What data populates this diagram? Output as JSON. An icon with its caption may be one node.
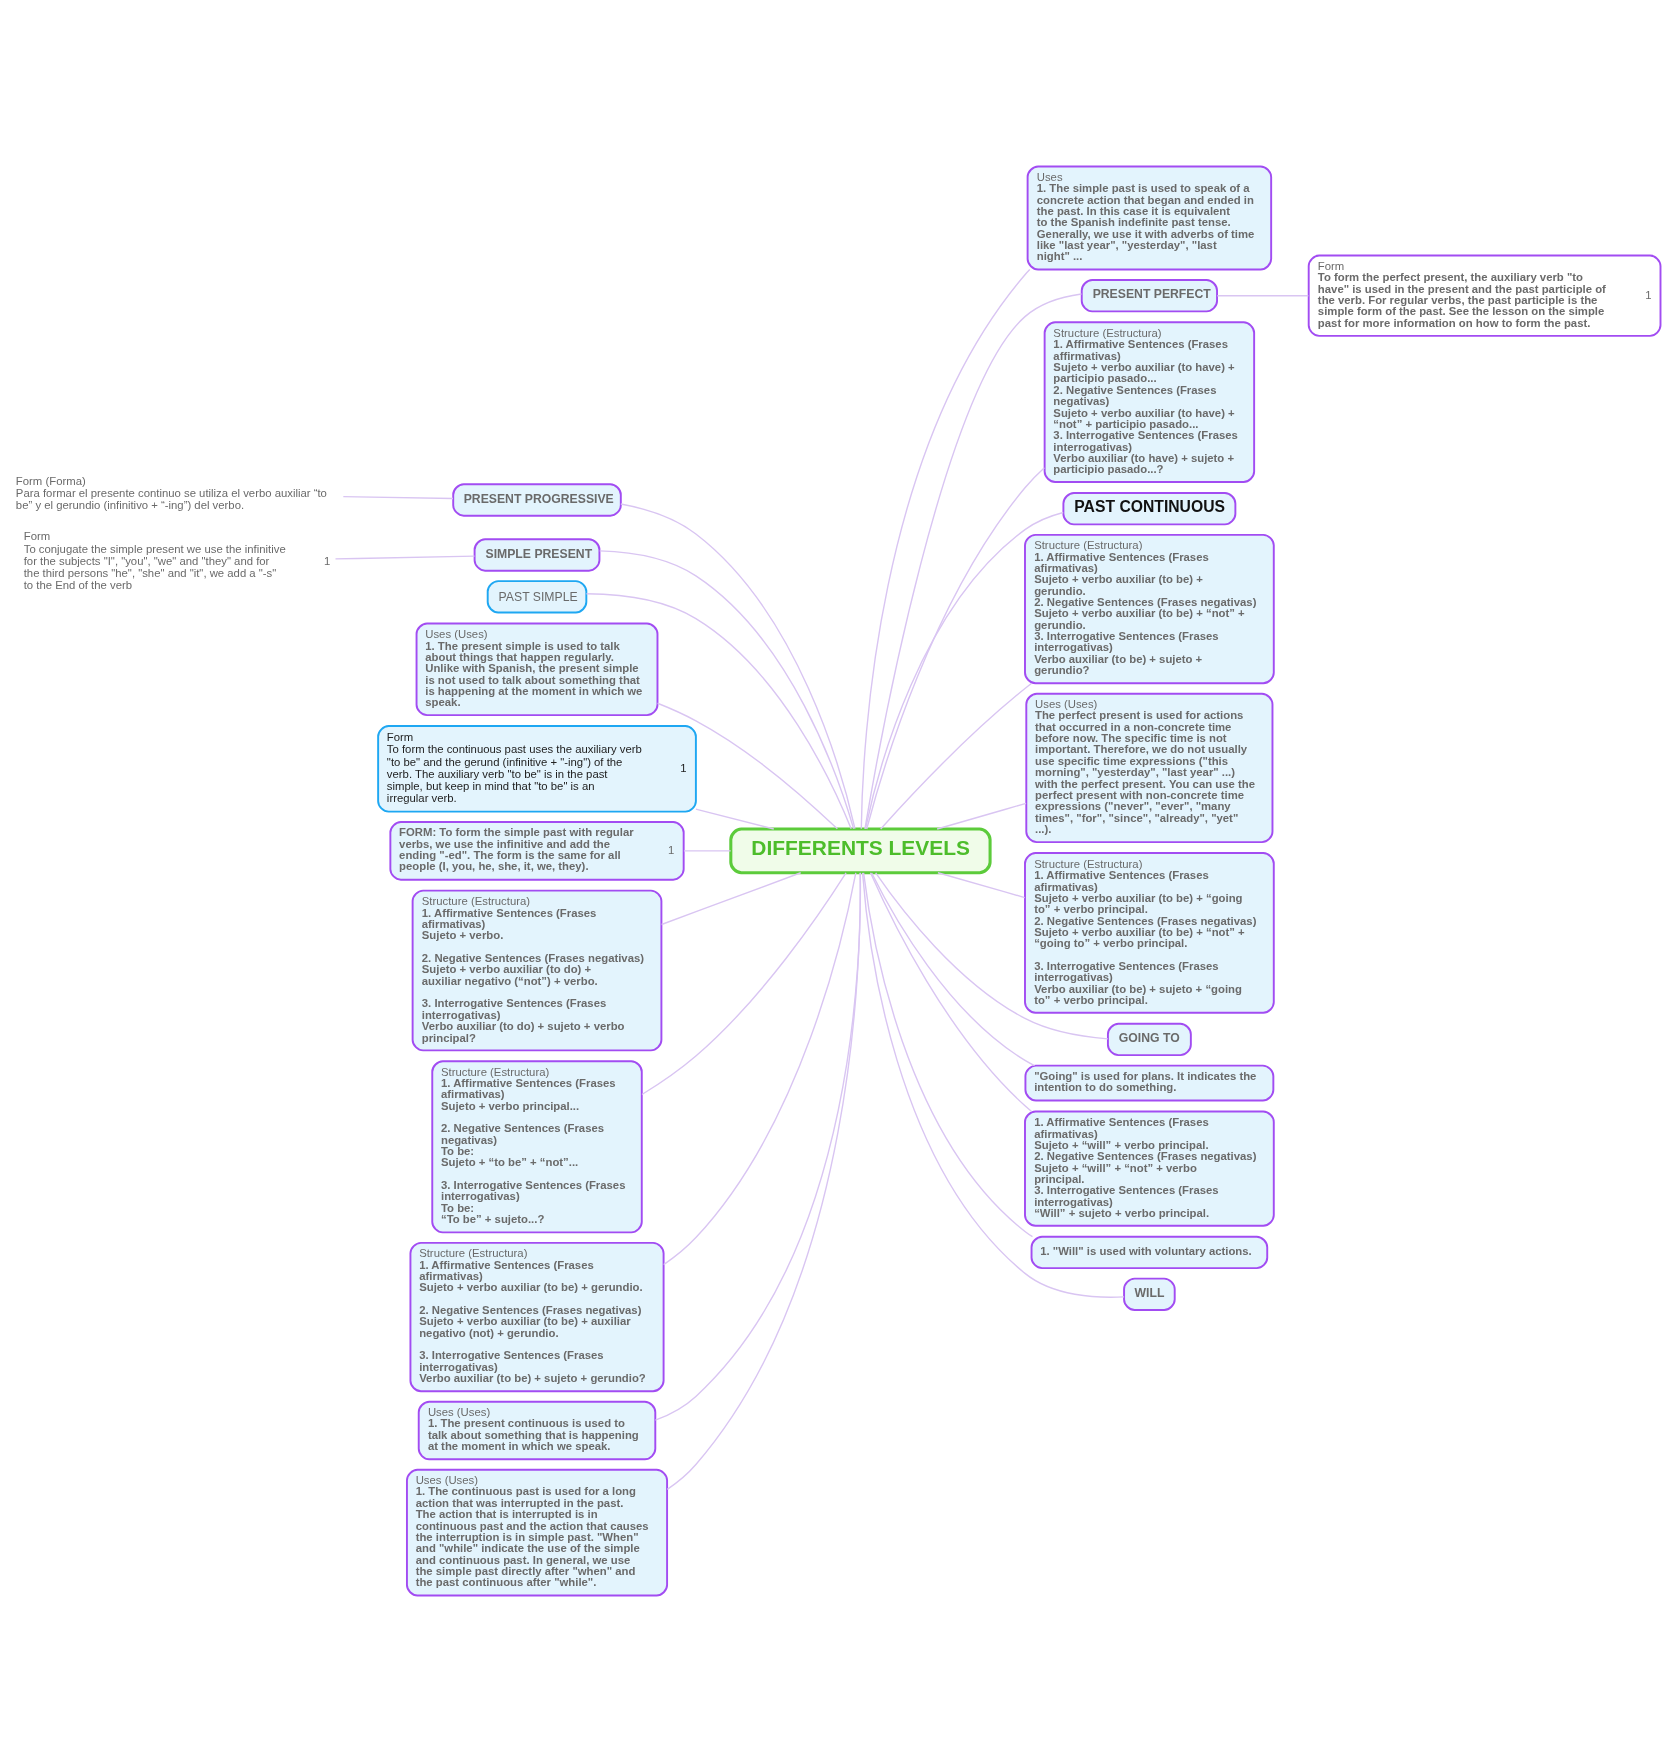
{
  "diagram": {
    "nodes": [
      {
        "text": [
          "DIFFERENTS LEVELS"
        ]
      },
      {
        "text": [
          "Form (Forma)",
          "Para formar el presente continuo se utiliza el verbo auxiliar “to be” y el gerundio (infinitivo + “-ing”) del verbo."
        ]
      },
      {
        "text": [
          "PRESENT PROGRESSIVE"
        ]
      },
      {
        "text": [
          "Form",
          "To conjugate the simple present we use the infinitive for the subjects \"I\", \"you\", \"we\" and \"they\" and for the third persons \"he\", \"she\" and \"it\", we add a \"-s\" to the End of the verb",
          "1"
        ]
      },
      {
        "text": [
          "SIMPLE PRESENT"
        ]
      },
      {
        "text": [
          "PAST SIMPLE"
        ]
      },
      {
        "text": [
          "Uses (Uses)",
          "1. The present simple is used to talk about things that happen regularly. Unlike with Spanish, the present simple is not used to talk about something that is happening at the moment in which we speak."
        ]
      },
      {
        "text": [
          "Form",
          "To form the continuous past uses the auxiliary verb \"to be\" and the gerund (infinitive + \"-ing\") of the verb. The auxiliary verb \"to be\" is in the past simple, but keep in mind that \"to be\" is an irregular verb.",
          "1"
        ]
      },
      {
        "text": [
          "FORM: To form the simple past with regular verbs, we use the infinitive and add the ending \"-ed\". The form is the same for all people (I, you, he, she, it, we, they).",
          "1"
        ]
      },
      {
        "text": [
          "Structure (Estructura)",
          "1. Affirmative Sentences (Frases afirmativas)",
          "Sujeto + verbo.",
          "2. Negative Sentences (Frases negativas)",
          "Sujeto + verbo auxiliar (to do) + auxiliar negativo (“not”) + verbo.",
          "3. Interrogative Sentences (Frases interrogativas)",
          "Verbo auxiliar (to do) + sujeto + verbo principal?"
        ]
      },
      {
        "text": [
          "Structure (Estructura)",
          "1. Affirmative Sentences (Frases afirmativas)",
          "Sujeto + verbo principal...",
          "2. Negative Sentences (Frases negativas)",
          "To be:",
          "Sujeto + “to be” + “not”...",
          "3. Interrogative Sentences (Frases interrogativas)",
          "To be:",
          "“To be” + sujeto...?"
        ]
      },
      {
        "text": [
          "Structure (Estructura)",
          "1. Affirmative Sentences (Frases afirmativas)",
          "Sujeto + verbo auxiliar (to be) + gerundio.",
          "2. Negative Sentences (Frases negativas)",
          "Sujeto + verbo auxiliar (to be) + auxiliar negativo (not) + gerundio.",
          "3. Interrogative Sentences (Frases interrogativas)",
          "Verbo auxiliar (to be) + sujeto + gerundio?"
        ]
      },
      {
        "text": [
          "Uses (Uses)",
          "1. The present continuous is used to talk about something that is happening at the moment in which we speak."
        ]
      },
      {
        "text": [
          "Uses (Uses)",
          "1. The continuous past is used for a long action that was interrupted in the past. The action that is interrupted is in continuous past and the action that causes the interruption is in simple past. \"When\" and \"while\" indicate the use of the simple and continuous past. In general, we use the simple past directly after \"when\" and the past continuous after \"while\"."
        ]
      },
      {
        "text": [
          "Uses",
          "1. The simple past is used to speak of a concrete action that began and ended in the past. In this case it is equivalent to the Spanish indefinite past tense. Generally, we use it with adverbs of time like \"last year\", \"yesterday\", \"last night\" ..."
        ]
      },
      {
        "text": [
          "PRESENT PERFECT"
        ]
      },
      {
        "text": [
          "Form",
          "To form the perfect present, the auxiliary verb \"to have\" is used in the present and the past participle of the verb. For regular verbs, the past participle is the simple form of the past. See the lesson on the simple past for more information on how to form the past.",
          "1"
        ]
      },
      {
        "text": [
          "Structure (Estructura)",
          "1. Affirmative Sentences (Frases affirmativas)",
          "Sujeto + verbo auxiliar (to have) + participio pasado...",
          "2. Negative Sentences (Frases negativas)",
          "Sujeto + verbo auxiliar (to have) + “not” + participio pasado...",
          "3. Interrogative Sentences (Frases interrogativas)",
          "Verbo auxiliar (to have) + sujeto + participio pasado...?"
        ]
      },
      {
        "text": [
          "PAST CONTINUOUS"
        ]
      },
      {
        "text": [
          "Structure (Estructura)",
          "1. Affirmative Sentences (Frases afirmativas)",
          "Sujeto + verbo auxiliar (to be) + gerundio.",
          "2. Negative Sentences (Frases negativas)",
          "Sujeto + verbo auxiliar (to be) + “not” + gerundio.",
          "3. Interrogative Sentences (Frases interrogativas)",
          "Verbo auxiliar (to be) + sujeto + gerundio?"
        ]
      },
      {
        "text": [
          "Uses (Uses)",
          "The perfect present is used for actions that occurred in a non-concrete time before now. The specific time is not important. Therefore, we do not usually use specific time expressions (\"this morning\", \"yesterday\", \"last year\" ...) with the perfect present. You can use the perfect present with non-concrete time expressions (\"never\", \"ever\", \"many times\", \"for\", \"since\", \"already\", \"yet\" ...)."
        ]
      },
      {
        "text": [
          "Structure (Estructura)",
          "1. Affirmative Sentences (Frases afirmativas)",
          "Sujeto + verbo auxiliar (to be) + “going to” + verbo principal.",
          "2. Negative Sentences (Frases negativas)",
          "Sujeto + verbo auxiliar (to be) + “not” + “going to” + verbo principal.",
          "3. Interrogative Sentences (Frases interrogativas)",
          "Verbo auxiliar (to be) + sujeto + “going to” + verbo principal."
        ]
      },
      {
        "text": [
          "GOING TO"
        ]
      },
      {
        "text": [
          "\"Going\" is used for plans. It indicates the intention to do something."
        ]
      },
      {
        "text": [
          "1. Affirmative Sentences (Frases afirmativas)",
          "Sujeto + “will” + verbo principal.",
          "2. Negative Sentences (Frases negativas)",
          "Sujeto + “will” + “not” + verbo principal.",
          "3. Interrogative Sentences (Frases interrogativas)",
          "“Will” + sujeto + verbo principal."
        ]
      },
      {
        "text": [
          "1. \"Will\" is used with voluntary actions."
        ]
      },
      {
        "text": [
          "WILL"
        ]
      }
    ],
    "edges": [
      {
        "from": 0,
        "to": 2,
        "arrow": "none"
      },
      {
        "from": 2,
        "to": 1,
        "arrow": "none"
      },
      {
        "from": 0,
        "to": 4,
        "arrow": "none"
      },
      {
        "from": 4,
        "to": 3,
        "arrow": "none"
      },
      {
        "from": 0,
        "to": 5,
        "arrow": "none"
      },
      {
        "from": 0,
        "to": 6,
        "arrow": "none"
      },
      {
        "from": 0,
        "to": 7,
        "arrow": "none"
      },
      {
        "from": 0,
        "to": 8,
        "arrow": "none"
      },
      {
        "from": 0,
        "to": 9,
        "arrow": "none"
      },
      {
        "from": 0,
        "to": 10,
        "arrow": "none"
      },
      {
        "from": 0,
        "to": 11,
        "arrow": "none"
      },
      {
        "from": 0,
        "to": 12,
        "arrow": "none"
      },
      {
        "from": 0,
        "to": 13,
        "arrow": "none"
      },
      {
        "from": 0,
        "to": 14,
        "arrow": "none"
      },
      {
        "from": 0,
        "to": 15,
        "arrow": "none"
      },
      {
        "from": 15,
        "to": 16,
        "arrow": "none"
      },
      {
        "from": 0,
        "to": 17,
        "arrow": "none"
      },
      {
        "from": 0,
        "to": 18,
        "arrow": "none"
      },
      {
        "from": 0,
        "to": 19,
        "arrow": "none"
      },
      {
        "from": 0,
        "to": 20,
        "arrow": "none"
      },
      {
        "from": 0,
        "to": 21,
        "arrow": "none"
      },
      {
        "from": 0,
        "to": 22,
        "arrow": "none"
      },
      {
        "from": 0,
        "to": 23,
        "arrow": "none"
      },
      {
        "from": 0,
        "to": 24,
        "arrow": "none"
      },
      {
        "from": 0,
        "to": 25,
        "arrow": "none"
      },
      {
        "from": 0,
        "to": 26,
        "arrow": "none"
      }
    ]
  }
}
